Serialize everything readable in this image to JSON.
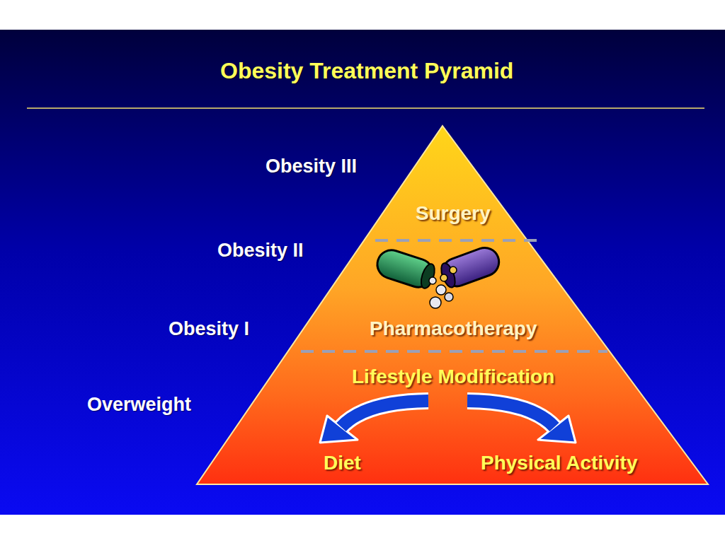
{
  "diagram": {
    "title": "Obesity Treatment Pyramid",
    "nodes": [
      {
        "text": [
          "Surgery"
        ]
      },
      {
        "text": [
          "Pharmacotherapy"
        ]
      },
      {
        "text": [
          "Lifestyle Modification",
          "Diet",
          "Physical Activity"
        ]
      }
    ],
    "labels": [
      "Obesity III",
      "Obesity II",
      "Obesity I",
      "Overweight"
    ]
  }
}
